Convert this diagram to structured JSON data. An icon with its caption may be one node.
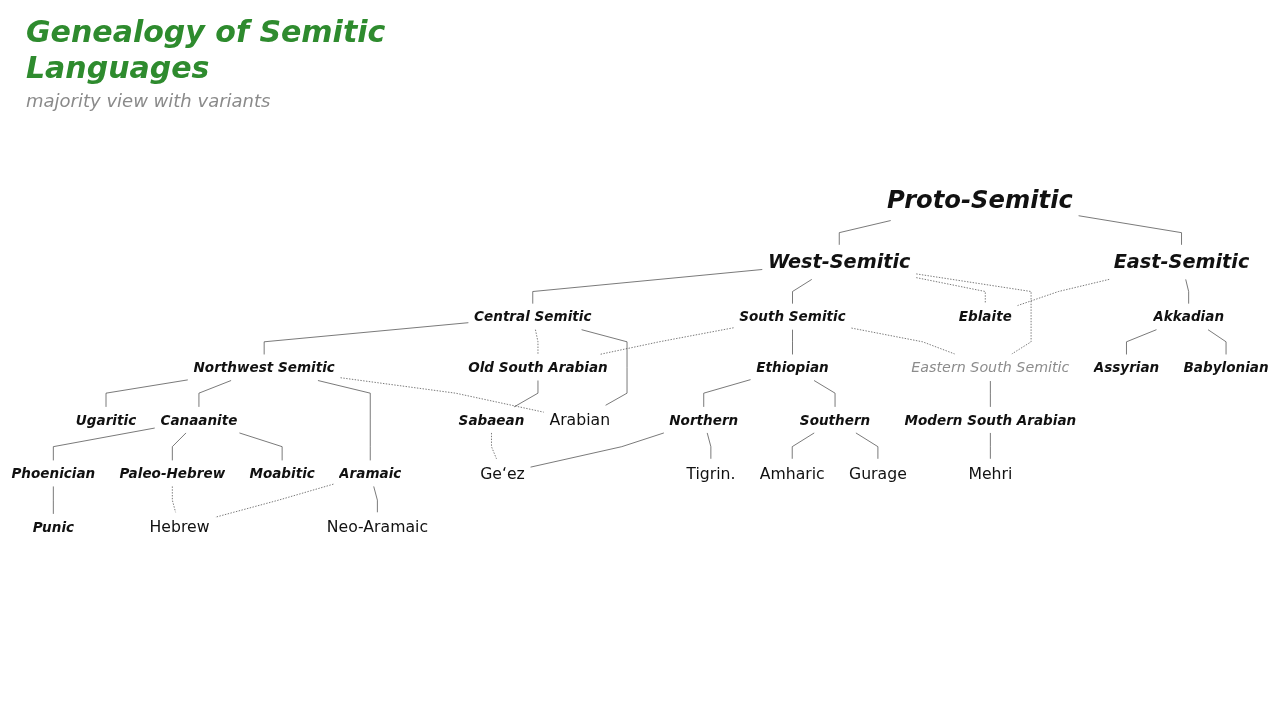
{
  "diagram": {
    "title": "Genealogy of Semitic Languages",
    "nodes": [
      {
        "text": [
          "Proto-Semitic"
        ]
      },
      {
        "text": [
          "West-Semitic"
        ]
      },
      {
        "text": [
          "East-Semitic"
        ]
      },
      {
        "text": [
          "Central Semitic"
        ]
      },
      {
        "text": [
          "South Semitic"
        ]
      },
      {
        "text": [
          "Eblaite"
        ]
      },
      {
        "text": [
          "Akkadian"
        ]
      },
      {
        "text": [
          "Northwest Semitic"
        ]
      },
      {
        "text": [
          "Assyrian"
        ]
      },
      {
        "text": [
          "Babylonian"
        ]
      },
      {
        "text": [
          "Ugaritic"
        ]
      },
      {
        "text": [
          "Canaanite"
        ]
      },
      {
        "text": [
          "Old South Arabian"
        ]
      },
      {
        "text": [
          "Ethiopian"
        ]
      },
      {
        "text": [
          "Eastern South Semitic"
        ]
      },
      {
        "text": [
          "Phoenician"
        ]
      },
      {
        "text": [
          "Moabitic"
        ]
      },
      {
        "text": [
          "Northern"
        ]
      },
      {
        "text": [
          "Southern"
        ]
      },
      {
        "text": [
          "Modern South Arabian"
        ]
      },
      {
        "text": [
          "Sabaean"
        ]
      },
      {
        "text": [
          "Punic"
        ]
      },
      {
        "text": [
          "Paleo-Hebrew"
        ]
      },
      {
        "text": [
          "Aramaic"
        ]
      },
      {
        "text": [
          "Hebrew"
        ]
      },
      {
        "text": [
          "Neo-Aramaic"
        ]
      },
      {
        "text": [
          "Arabian"
        ]
      },
      {
        "text": [
          "Ge‘ez"
        ]
      },
      {
        "text": [
          "Tigrin."
        ]
      },
      {
        "text": [
          "Amharic"
        ]
      },
      {
        "text": [
          "Gurage"
        ]
      },
      {
        "text": [
          "Mehri"
        ]
      }
    ],
    "edges": [
      {
        "from": 0,
        "to": 1,
        "arrow": "none"
      },
      {
        "from": 0,
        "to": 2,
        "arrow": "none"
      },
      {
        "from": 1,
        "to": 3,
        "arrow": "none"
      },
      {
        "from": 1,
        "to": 4,
        "arrow": "none"
      },
      {
        "from": 1,
        "to": 5,
        "arrow": "none",
        "style": "dashed"
      },
      {
        "from": 1,
        "to": 14,
        "arrow": "none",
        "style": "dashed"
      },
      {
        "from": 2,
        "to": 5,
        "arrow": "none",
        "style": "dashed"
      },
      {
        "from": 2,
        "to": 6,
        "arrow": "none"
      },
      {
        "from": 3,
        "to": 7,
        "arrow": "none"
      },
      {
        "from": 3,
        "to": 12,
        "arrow": "none",
        "style": "dashed"
      },
      {
        "from": 3,
        "to": 26,
        "arrow": "none"
      },
      {
        "from": 4,
        "to": 12,
        "arrow": "none",
        "style": "dashed"
      },
      {
        "from": 4,
        "to": 13,
        "arrow": "none"
      },
      {
        "from": 4,
        "to": 14,
        "arrow": "none",
        "style": "dashed"
      },
      {
        "from": 6,
        "to": 8,
        "arrow": "none"
      },
      {
        "from": 6,
        "to": 9,
        "arrow": "none"
      },
      {
        "from": 7,
        "to": 10,
        "arrow": "none"
      },
      {
        "from": 7,
        "to": 11,
        "arrow": "none"
      },
      {
        "from": 7,
        "to": 23,
        "arrow": "none"
      },
      {
        "from": 7,
        "to": 26,
        "arrow": "none",
        "style": "dashed"
      },
      {
        "from": 11,
        "to": 15,
        "arrow": "none"
      },
      {
        "from": 11,
        "to": 22,
        "arrow": "none"
      },
      {
        "from": 11,
        "to": 16,
        "arrow": "none"
      },
      {
        "from": 15,
        "to": 21,
        "arrow": "none"
      },
      {
        "from": 22,
        "to": 24,
        "arrow": "none",
        "style": "dashed"
      },
      {
        "from": 23,
        "to": 24,
        "arrow": "none",
        "style": "dashed"
      },
      {
        "from": 23,
        "to": 25,
        "arrow": "none"
      },
      {
        "from": 12,
        "to": 20,
        "arrow": "none"
      },
      {
        "from": 20,
        "to": 27,
        "arrow": "none",
        "style": "dashed"
      },
      {
        "from": 13,
        "to": 17,
        "arrow": "none"
      },
      {
        "from": 13,
        "to": 18,
        "arrow": "none"
      },
      {
        "from": 17,
        "to": 27,
        "arrow": "none"
      },
      {
        "from": 17,
        "to": 28,
        "arrow": "none"
      },
      {
        "from": 18,
        "to": 29,
        "arrow": "none"
      },
      {
        "from": 18,
        "to": 30,
        "arrow": "none"
      },
      {
        "from": 14,
        "to": 19,
        "arrow": "none"
      },
      {
        "from": 19,
        "to": 31,
        "arrow": "none"
      }
    ],
    "labels": [
      "majority view with variants"
    ]
  }
}
